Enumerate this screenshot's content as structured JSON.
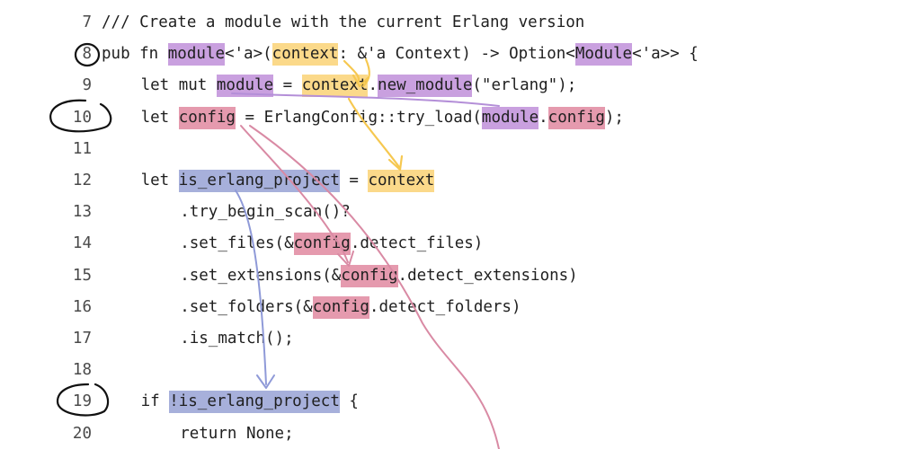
{
  "colors": {
    "yellow": "#fbd98a",
    "purple": "#c9a0df",
    "pink": "#e59aae",
    "blue": "#a7b0db",
    "yellow_arrow": "#f6c850",
    "purple_arrow": "#b48fd8",
    "pink_arrow": "#d98aa4",
    "blue_arrow": "#8f9ad8",
    "circle_ink": "#111111"
  },
  "lines": [
    {
      "num": "7",
      "indent": 0,
      "tokens": [
        {
          "t": "/// Create a module with the current Erlang version"
        }
      ]
    },
    {
      "num": "8",
      "indent": 0,
      "tokens": [
        {
          "t": "pub fn "
        },
        {
          "t": "module",
          "hl": "purple"
        },
        {
          "t": "<'a>("
        },
        {
          "t": "context",
          "hl": "yellow"
        },
        {
          "t": ": &'a Context) -> Option<"
        },
        {
          "t": "Module",
          "hl": "purple"
        },
        {
          "t": "<'a>> {"
        }
      ]
    },
    {
      "num": "9",
      "indent": 4,
      "tokens": [
        {
          "t": "let mut "
        },
        {
          "t": "module",
          "hl": "purple"
        },
        {
          "t": " = "
        },
        {
          "t": "context",
          "hl": "yellow"
        },
        {
          "t": "."
        },
        {
          "t": "new_module",
          "hl": "purple"
        },
        {
          "t": "(\"erlang\");"
        }
      ]
    },
    {
      "num": "10",
      "indent": 4,
      "tokens": [
        {
          "t": "let "
        },
        {
          "t": "config",
          "hl": "pink"
        },
        {
          "t": " = ErlangConfig::try_load("
        },
        {
          "t": "module",
          "hl": "purple"
        },
        {
          "t": "."
        },
        {
          "t": "config",
          "hl": "pink"
        },
        {
          "t": ");"
        }
      ]
    },
    {
      "num": "11",
      "indent": 0,
      "tokens": []
    },
    {
      "num": "12",
      "indent": 4,
      "tokens": [
        {
          "t": "let "
        },
        {
          "t": "is_erlang_project",
          "hl": "blue"
        },
        {
          "t": " = "
        },
        {
          "t": "context",
          "hl": "yellow"
        }
      ]
    },
    {
      "num": "13",
      "indent": 8,
      "tokens": [
        {
          "t": ".try_begin_scan()?"
        }
      ]
    },
    {
      "num": "14",
      "indent": 8,
      "tokens": [
        {
          "t": ".set_files(&"
        },
        {
          "t": "config",
          "hl": "pink"
        },
        {
          "t": ".detect_files)"
        }
      ]
    },
    {
      "num": "15",
      "indent": 8,
      "tokens": [
        {
          "t": ".set_extensions(&"
        },
        {
          "t": "config",
          "hl": "pink"
        },
        {
          "t": ".detect_extensions)"
        }
      ]
    },
    {
      "num": "16",
      "indent": 8,
      "tokens": [
        {
          "t": ".set_folders(&"
        },
        {
          "t": "config",
          "hl": "pink"
        },
        {
          "t": ".detect_folders)"
        }
      ]
    },
    {
      "num": "17",
      "indent": 8,
      "tokens": [
        {
          "t": ".is_match();"
        }
      ]
    },
    {
      "num": "18",
      "indent": 0,
      "tokens": []
    },
    {
      "num": "19",
      "indent": 4,
      "tokens": [
        {
          "t": "if "
        },
        {
          "t": "!is_erlang_project",
          "hl": "blue"
        },
        {
          "t": " {"
        }
      ]
    },
    {
      "num": "20",
      "indent": 8,
      "tokens": [
        {
          "t": "return None;"
        }
      ]
    }
  ]
}
